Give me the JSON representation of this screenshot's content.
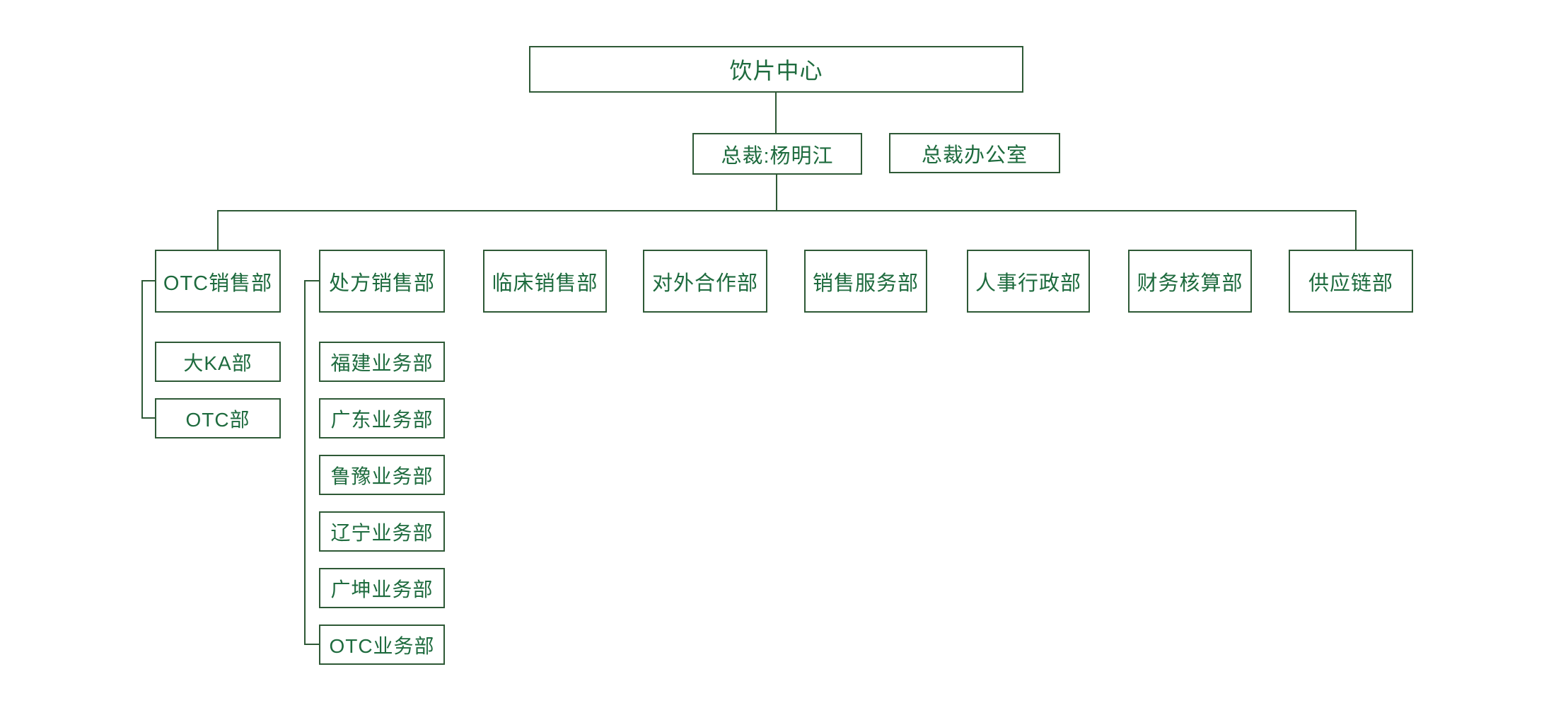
{
  "colors": {
    "line": "#2e5936",
    "text": "#1e6b3e",
    "background": "#ffffff"
  },
  "org_chart": {
    "root": {
      "label": "饮片中心"
    },
    "president": {
      "label": "总裁:杨明江"
    },
    "president_office": {
      "label": "总裁办公室"
    },
    "departments": [
      {
        "label": "OTC销售部"
      },
      {
        "label": "处方销售部"
      },
      {
        "label": "临床销售部"
      },
      {
        "label": "对外合作部"
      },
      {
        "label": "销售服务部"
      },
      {
        "label": "人事行政部"
      },
      {
        "label": "财务核算部"
      },
      {
        "label": "供应链部"
      }
    ],
    "otc_sales_children": [
      {
        "label": "大KA部"
      },
      {
        "label": "OTC部"
      }
    ],
    "prescription_sales_children": [
      {
        "label": "福建业务部"
      },
      {
        "label": "广东业务部"
      },
      {
        "label": "鲁豫业务部"
      },
      {
        "label": "辽宁业务部"
      },
      {
        "label": "广坤业务部"
      },
      {
        "label": "OTC业务部"
      }
    ]
  }
}
